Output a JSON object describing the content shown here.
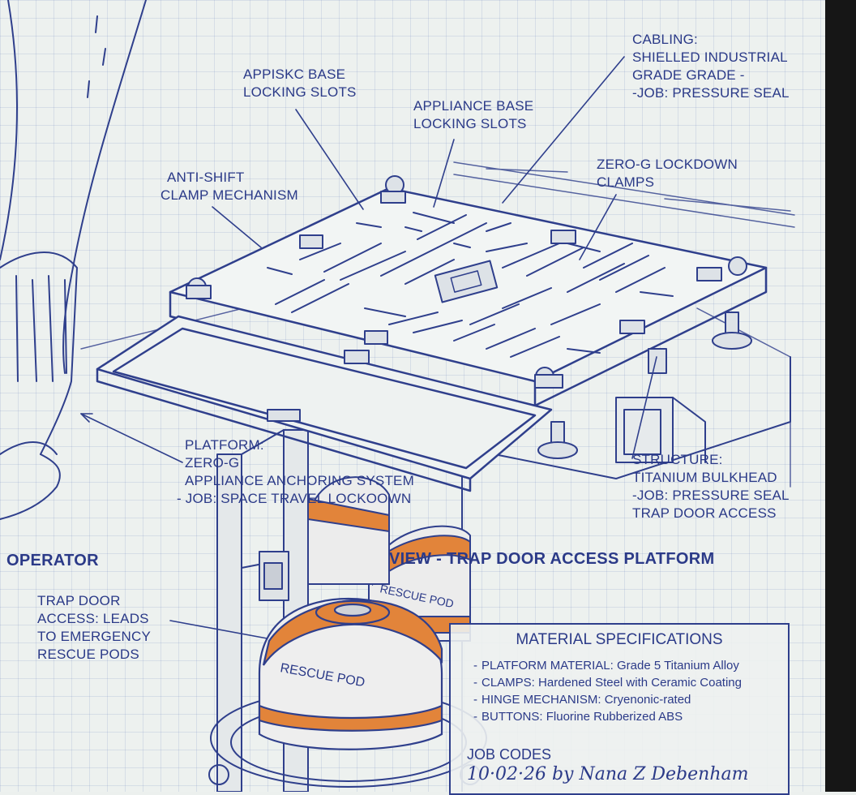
{
  "labels": {
    "appliance_locking_1": [
      "APPISKC BASE",
      "LOCKING SLOTS"
    ],
    "appliance_locking_2": [
      "APPLIANCE BASE",
      "LOCKING SLOTS"
    ],
    "cabling": [
      "CABLING:",
      "SHIELLED INDUSTRIAL",
      "GRADE GRADE -",
      "-JOB: PRESSURE SEAL"
    ],
    "anti_shift": [
      "ANTI-SHIFT",
      "CLAMP MECHANISM"
    ],
    "zero_g_clamps": [
      "ZERO-G LOCKDOWN",
      "CLAMPS"
    ],
    "platform": [
      "PLATFORM:",
      "ZERO-G",
      "APPLIANCE ANCHORING SYSTEM",
      "- JOB: SPACE TRAVEL LOCKOOWN"
    ],
    "structure": [
      "STRUCTURE:",
      "TITANIUM BULKHEAD",
      "-JOB: PRESSURE SEAL",
      "TRAP DOOR ACCESS"
    ],
    "operator": "OPERATOR",
    "view_title": "VIEW - TRAP DOOR ACCESS PLATFORM",
    "trap_door": [
      "TRAP DOOR",
      "ACCESS: LEADS",
      "TO EMERGENCY",
      "RESCUE PODS"
    ],
    "pod_front": "RESCUE POD",
    "pod_back": "RESCUE POD"
  },
  "specs": {
    "title": "MATERIAL SPECIFICATIONS",
    "items": [
      {
        "key": "PLATFORM MATERIAL:",
        "value": "Grade 5 Titanium Alloy"
      },
      {
        "key": "CLAMPS:",
        "value": "Hardened Steel with Ceramic Coating"
      },
      {
        "key": "HINGE MECHANISM:",
        "value": "Cryenonic-rated"
      },
      {
        "key": "BUTTONS:",
        "value": "Fluorine Rubberized ABS"
      }
    ],
    "job_codes": "JOB CODES",
    "signature": "10·02·26 by Nana Z Debenham"
  },
  "colors": {
    "ink": "#2b3a88",
    "paper": "#edf1ef",
    "pod_orange": "#e2843a"
  }
}
